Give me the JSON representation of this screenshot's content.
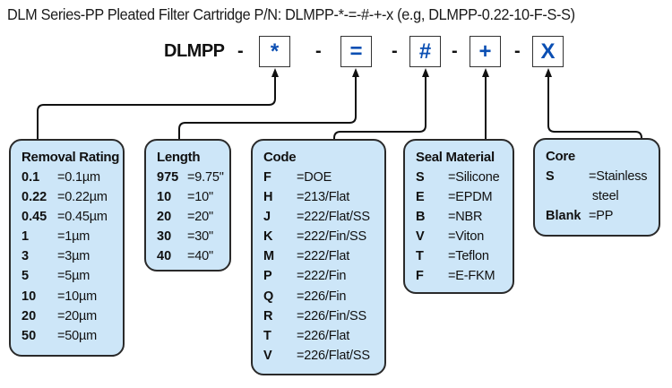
{
  "title": "DLM Series-PP Pleated Filter Cartridge P/N: DLMPP-*-=-#-+-x (e.g, DLMPP-0.22-10-F-S-S)",
  "part_number": {
    "prefix": "DLMPP",
    "separator": "-",
    "segments": [
      {
        "symbol": "*",
        "describes": "Removal Rating"
      },
      {
        "symbol": "=",
        "describes": "Length"
      },
      {
        "symbol": "#",
        "describes": "Code"
      },
      {
        "symbol": "+",
        "describes": "Seal Material"
      },
      {
        "symbol": "X",
        "describes": "Core"
      }
    ]
  },
  "colors": {
    "symbol": "#0b4fb3",
    "panel_fill": "#cde6f8",
    "panel_border": "#2a2a2a",
    "connector": "#111111"
  },
  "panels": {
    "removal_rating": {
      "title": "Removal Rating",
      "rows": [
        {
          "code": "0.1",
          "value": "=0.1µm"
        },
        {
          "code": "0.22",
          "value": "=0.22µm"
        },
        {
          "code": "0.45",
          "value": "=0.45µm"
        },
        {
          "code": "1",
          "value": "=1µm"
        },
        {
          "code": "3",
          "value": "=3µm"
        },
        {
          "code": "5",
          "value": "=5µm"
        },
        {
          "code": "10",
          "value": "=10µm"
        },
        {
          "code": "20",
          "value": "=20µm"
        },
        {
          "code": "50",
          "value": "=50µm"
        }
      ]
    },
    "length": {
      "title": "Length",
      "rows": [
        {
          "code": "975",
          "value": "=9.75\""
        },
        {
          "code": "10",
          "value": "=10\""
        },
        {
          "code": "20",
          "value": "=20\""
        },
        {
          "code": "30",
          "value": "=30\""
        },
        {
          "code": "40",
          "value": "=40\""
        }
      ]
    },
    "code": {
      "title": "Code",
      "rows": [
        {
          "code": "F",
          "value": "=DOE"
        },
        {
          "code": "H",
          "value": "=213/Flat"
        },
        {
          "code": "J",
          "value": "=222/Flat/SS"
        },
        {
          "code": "K",
          "value": "=222/Fin/SS"
        },
        {
          "code": "M",
          "value": "=222/Flat"
        },
        {
          "code": "P",
          "value": "=222/Fin"
        },
        {
          "code": "Q",
          "value": "=226/Fin"
        },
        {
          "code": "R",
          "value": "=226/Fin/SS"
        },
        {
          "code": "T",
          "value": "=226/Flat"
        },
        {
          "code": "V",
          "value": "=226/Flat/SS"
        }
      ]
    },
    "seal_material": {
      "title": "Seal Material",
      "rows": [
        {
          "code": "S",
          "value": "=Silicone"
        },
        {
          "code": "E",
          "value": "=EPDM"
        },
        {
          "code": "B",
          "value": "=NBR"
        },
        {
          "code": "V",
          "value": "=Viton"
        },
        {
          "code": "T",
          "value": "=Teflon"
        },
        {
          "code": "F",
          "value": "=E-FKM"
        }
      ]
    },
    "core": {
      "title": "Core",
      "rows": [
        {
          "code": "S",
          "value": "=Stainless"
        },
        {
          "code": "",
          "value": " steel"
        },
        {
          "code": "Blank",
          "value": "=PP"
        }
      ]
    }
  }
}
